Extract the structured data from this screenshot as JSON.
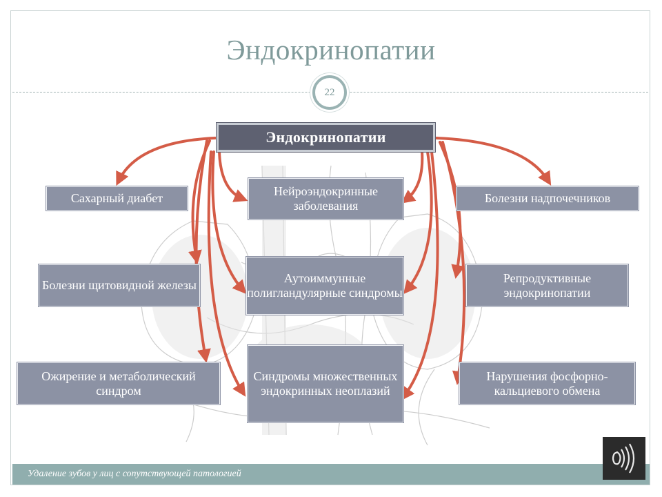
{
  "slide": {
    "title": "Эндокринопатии",
    "page_number": "22",
    "footer": "Удаление зубов у лиц с сопутствующей патологией"
  },
  "diagram": {
    "root": "Эндокринопатии",
    "left": [
      "Сахарный диабет",
      "Болезни щитовидной железы",
      "Ожирение и метаболический синдром"
    ],
    "center": [
      "Нейроэндокринные заболевания",
      "Аутоиммунные полигландулярные синдромы",
      "Синдромы множественных эндокринных неоплазий"
    ],
    "right": [
      "Болезни надпочечников",
      "Репродуктивные эндокринопатии",
      "Нарушения фосфорно-кальциевого обмена"
    ]
  },
  "colors": {
    "arrow": "#d45c47",
    "node": "#8c92a4",
    "root": "#5e6171",
    "footer": "#90aeae",
    "title": "#7f9a9a"
  },
  "icons": {
    "badge": "page-number-circle",
    "media": "sound-icon"
  }
}
